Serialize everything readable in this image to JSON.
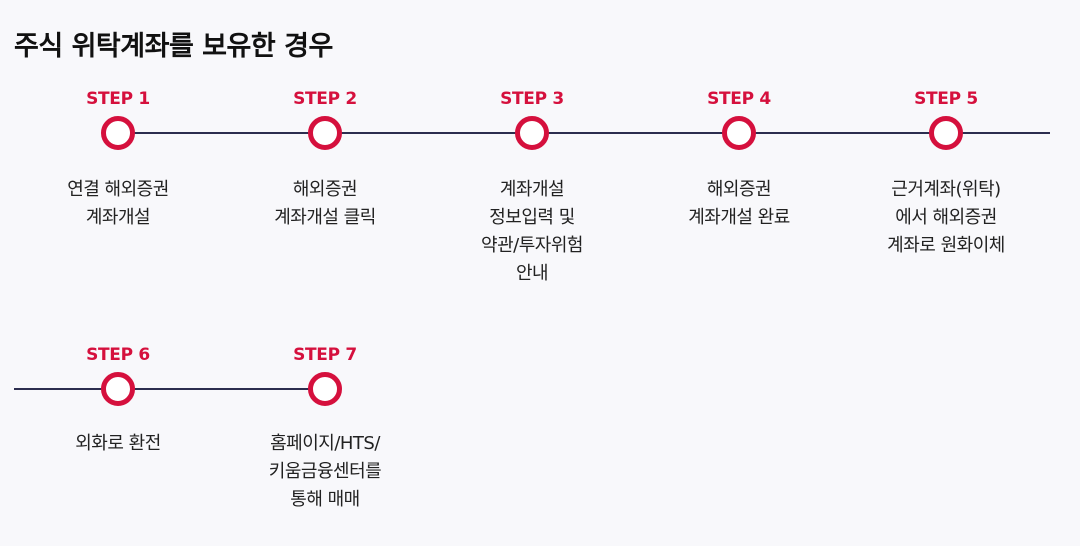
{
  "title": "주식 위탁계좌를 보유한 경우",
  "colors": {
    "accent": "#d5103d",
    "line": "#2c2d4f",
    "text": "#222222",
    "background": "#f8f8fb"
  },
  "rows": [
    {
      "steps": [
        {
          "label": "STEP 1",
          "lines": [
            "연결 해외증권",
            "계좌개설"
          ]
        },
        {
          "label": "STEP 2",
          "lines": [
            "해외증권",
            "계좌개설 클릭"
          ]
        },
        {
          "label": "STEP 3",
          "lines": [
            "계좌개설",
            "정보입력 및",
            "약관/투자위험",
            "안내"
          ]
        },
        {
          "label": "STEP 4",
          "lines": [
            "해외증권",
            "계좌개설 완료"
          ]
        },
        {
          "label": "STEP 5",
          "lines": [
            "근거계좌(위탁)",
            "에서 해외증권",
            "계좌로 원화이체"
          ]
        }
      ]
    },
    {
      "steps": [
        {
          "label": "STEP 6",
          "lines": [
            "외화로 환전"
          ]
        },
        {
          "label": "STEP 7",
          "lines": [
            "홈페이지/HTS/",
            "키움금융센터를",
            "통해 매매"
          ]
        }
      ]
    }
  ]
}
